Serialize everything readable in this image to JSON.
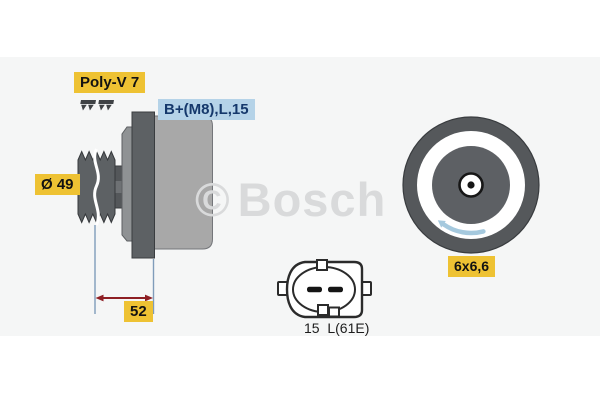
{
  "side_view": {
    "belt_type_label": "Poly-V 7",
    "terminal_label": "B+(M8),L,15",
    "pulley_diameter_label": "Ø 49",
    "length_dimension_label": "52"
  },
  "rear_view": {
    "mounting_hole_label": "6x6,6"
  },
  "connector": {
    "pin_label": "15  L(61E)"
  },
  "watermark": {
    "symbol": "©",
    "name": "Bosch"
  },
  "colors": {
    "callout_yellow_bg": "#eec233",
    "terminal_blue_bg": "#b5d3e8",
    "terminal_blue_text": "#15386b",
    "part_dark_gray": "#5d6164",
    "part_mid_gray": "#8f9294",
    "part_light_gray": "#a8a8a8",
    "dimension_arrow_red": "#8e1f24",
    "extension_line_blue": "#7f9cba",
    "rotation_arrow_blue": "#a5c9de",
    "watermark_gray": "#d9dadb",
    "panel_bg": "#f5f6f6"
  }
}
